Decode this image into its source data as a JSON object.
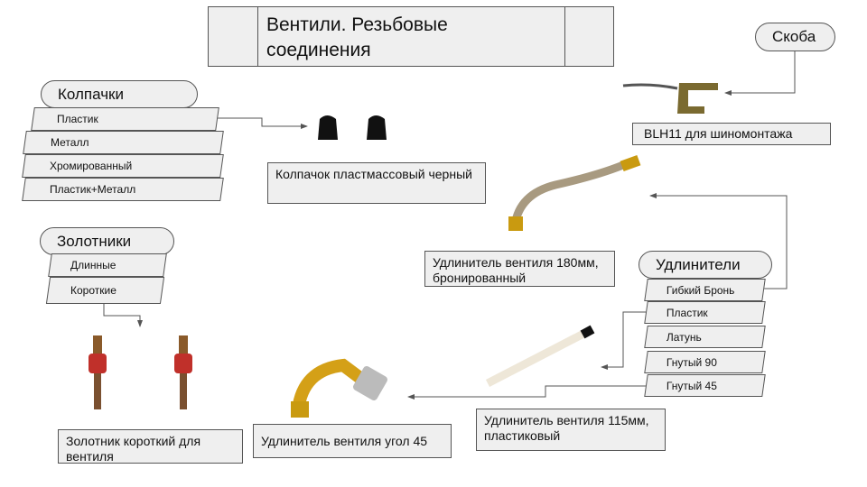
{
  "title": "Вентили. Резьбовые соединения",
  "groups": {
    "caps": {
      "label": "Колпачки",
      "items": [
        "Пластик",
        "Металл",
        "Хромированный",
        "Пластик+Металл"
      ]
    },
    "cores": {
      "label": "Золотники",
      "items": [
        "Длинные",
        "Короткие"
      ]
    },
    "bracket": {
      "label": "Скоба"
    },
    "extensions": {
      "label": "Удлинители",
      "items": [
        "Гибкий Бронь",
        "Пластик",
        "Латунь",
        "Гнутый 90",
        "Гнутый 45"
      ]
    }
  },
  "products": {
    "cap": "Колпачок пластмассовый черный",
    "core": "Золотник короткий для вентиля",
    "elbow": "Удлинитель вентиля угол 45",
    "plastic_ext": "Удлинитель вентиля 115мм, пластиковый",
    "braided_ext": "Удлинитель вентиля 180мм, бронированный",
    "bracket": "BLH11 для шиномонтажа"
  }
}
